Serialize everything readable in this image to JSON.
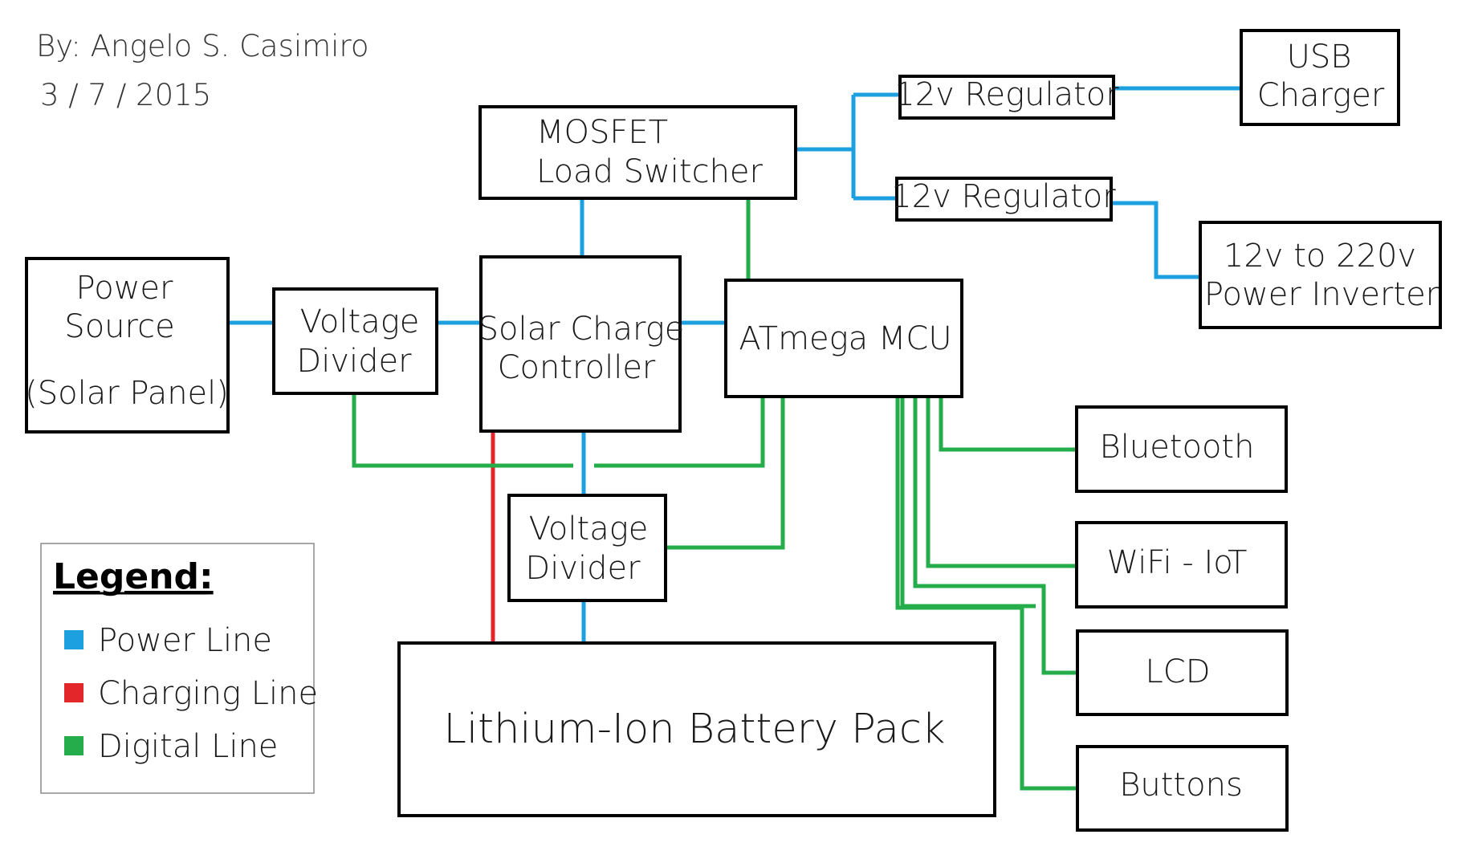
{
  "author": "By: Angelo S. Casimiro",
  "date": "3 / 7 / 2015",
  "colors": {
    "power": "#1ca0e0",
    "charging": "#e3262a",
    "digital": "#24ad4a"
  },
  "blocks": {
    "power_source": [
      "Power",
      "Source",
      "(Solar Panel)"
    ],
    "voltage_divider_1": [
      "Voltage",
      "Divider"
    ],
    "solar_charge_controller": [
      "Solar Charge",
      "Controller"
    ],
    "mosfet": [
      "MOSFET",
      "Load Switcher"
    ],
    "mcu": "ATmega MCU",
    "regulator_1": "12v Regulator",
    "regulator_2": "12v Regulator",
    "usb_charger": [
      "USB",
      "Charger"
    ],
    "inverter": [
      "12v to 220v",
      "Power Inverter"
    ],
    "voltage_divider_2": [
      "Voltage",
      "Divider"
    ],
    "battery": "Lithium-Ion Battery Pack",
    "bluetooth": "Bluetooth",
    "wifi": "WiFi - IoT",
    "lcd": "LCD",
    "buttons": "Buttons"
  },
  "legend": {
    "title": "Legend:",
    "items": [
      {
        "label": "Power Line",
        "color": "#1ca0e0"
      },
      {
        "label": "Charging Line",
        "color": "#e3262a"
      },
      {
        "label": "Digital Line",
        "color": "#24ad4a"
      }
    ]
  }
}
